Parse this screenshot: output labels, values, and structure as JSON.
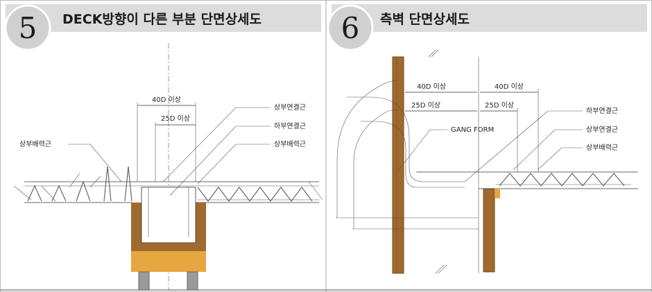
{
  "left_panel": {
    "number": "5",
    "title": "DECK방향이 다른 부분 단면상세도",
    "dims": {
      "outer": "40D 이상",
      "inner": "25D 이상"
    },
    "labels": {
      "upper_splice": "상부연결근",
      "lower_splice": "하부연결근",
      "upper_dist_right": "상부배력근",
      "upper_dist_left": "상부배력근"
    }
  },
  "right_panel": {
    "number": "6",
    "title": "측벽 단면상세도",
    "dims": {
      "left_outer": "40D 이상",
      "left_inner": "25D 이상",
      "right_outer": "40D 이상",
      "right_inner": "25D 이상"
    },
    "labels": {
      "gang_form": "GANG FORM",
      "lower_splice": "하부연결근",
      "upper_splice": "상부연결근",
      "upper_dist": "상부배력근"
    }
  },
  "colors": {
    "header_band": "#dcdcdc",
    "badge": "#d0d0d0",
    "wood": "#a0692e",
    "wood_light": "#e8a640",
    "wood_dark": "#6b4a1f",
    "post": "#9a9a9a"
  }
}
